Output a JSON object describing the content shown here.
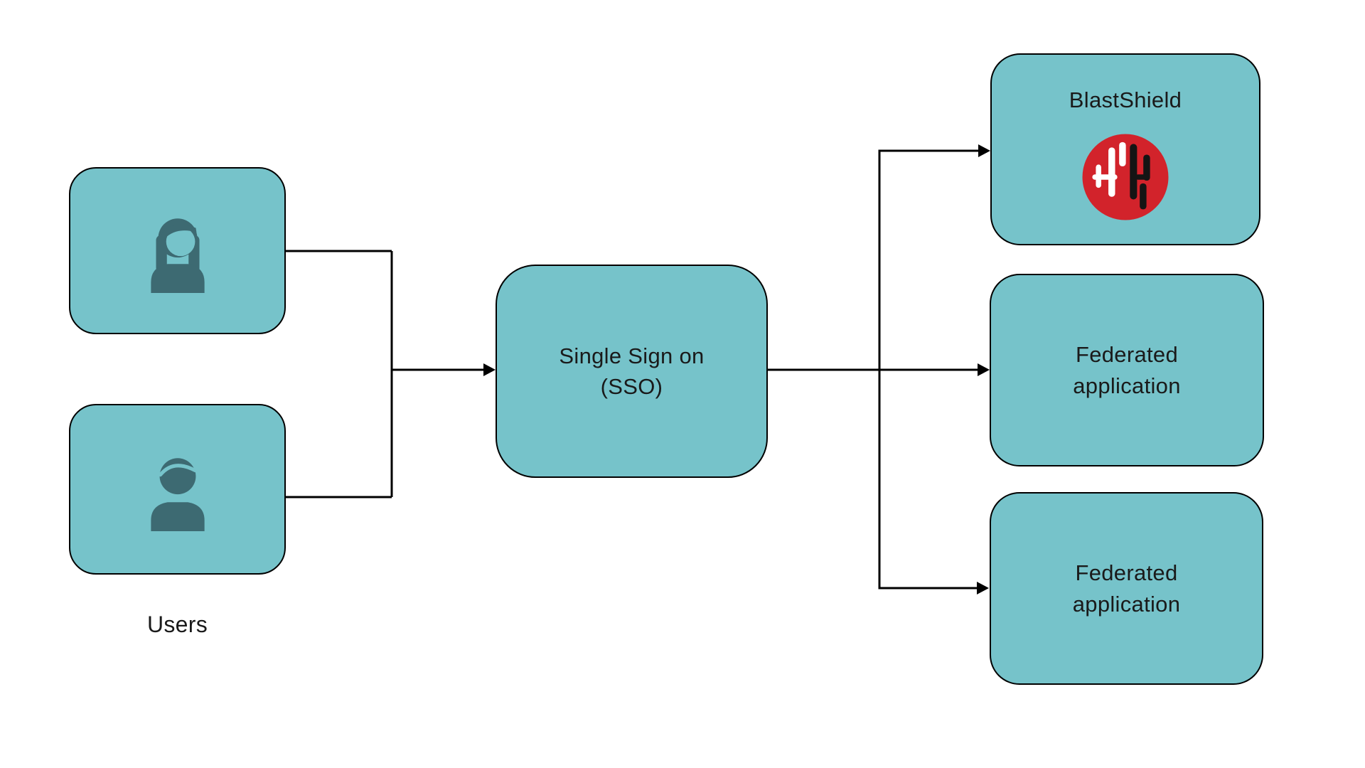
{
  "diagram": {
    "caption_users": "Users",
    "nodes": {
      "user_top": {
        "icon": "female-user-icon",
        "label": ""
      },
      "user_bottom": {
        "icon": "male-user-icon",
        "label": ""
      },
      "sso": {
        "label": "Single Sign on\n(SSO)"
      },
      "blastshield": {
        "label": "BlastShield",
        "icon": "blastshield-logo"
      },
      "federated_app_1": {
        "label": "Federated\napplication"
      },
      "federated_app_2": {
        "label": "Federated\napplication"
      }
    },
    "edges": [
      {
        "from": "user_top",
        "to": "sso"
      },
      {
        "from": "user_bottom",
        "to": "sso"
      },
      {
        "from": "sso",
        "to": "blastshield"
      },
      {
        "from": "sso",
        "to": "federated_app_1"
      },
      {
        "from": "sso",
        "to": "federated_app_2"
      }
    ],
    "colors": {
      "node_fill": "#76c3ca",
      "node_border": "#000000",
      "person_icon": "#3d6a72",
      "logo_red": "#d2232b",
      "logo_white": "#ffffff",
      "logo_black": "#141414",
      "arrow": "#000000",
      "text": "#1a1a1a",
      "background": "#ffffff"
    }
  }
}
